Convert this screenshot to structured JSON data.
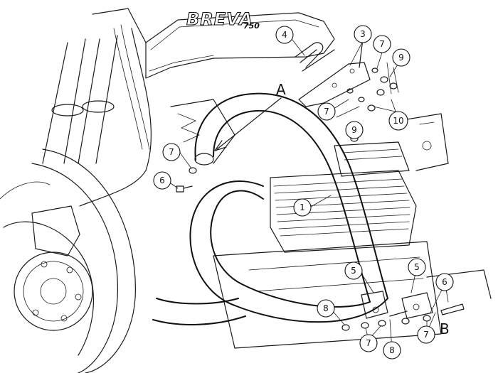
{
  "brand": {
    "name": "BREVA",
    "model": "750"
  },
  "view_labels": {
    "a": "A",
    "b": "B"
  },
  "parts": [
    {
      "id": "p1",
      "number": "1"
    },
    {
      "id": "p3",
      "number": "3"
    },
    {
      "id": "p4",
      "number": "4"
    },
    {
      "id": "p5a",
      "number": "5"
    },
    {
      "id": "p5b",
      "number": "5"
    },
    {
      "id": "p6a",
      "number": "6"
    },
    {
      "id": "p6b",
      "number": "6"
    },
    {
      "id": "p7a",
      "number": "7"
    },
    {
      "id": "p7b",
      "number": "7"
    },
    {
      "id": "p7c",
      "number": "7"
    },
    {
      "id": "p7d",
      "number": "7"
    },
    {
      "id": "p7e",
      "number": "7"
    },
    {
      "id": "p8a",
      "number": "8"
    },
    {
      "id": "p8b",
      "number": "8"
    },
    {
      "id": "p9a",
      "number": "9"
    },
    {
      "id": "p9b",
      "number": "9"
    },
    {
      "id": "p10",
      "number": "10"
    }
  ]
}
